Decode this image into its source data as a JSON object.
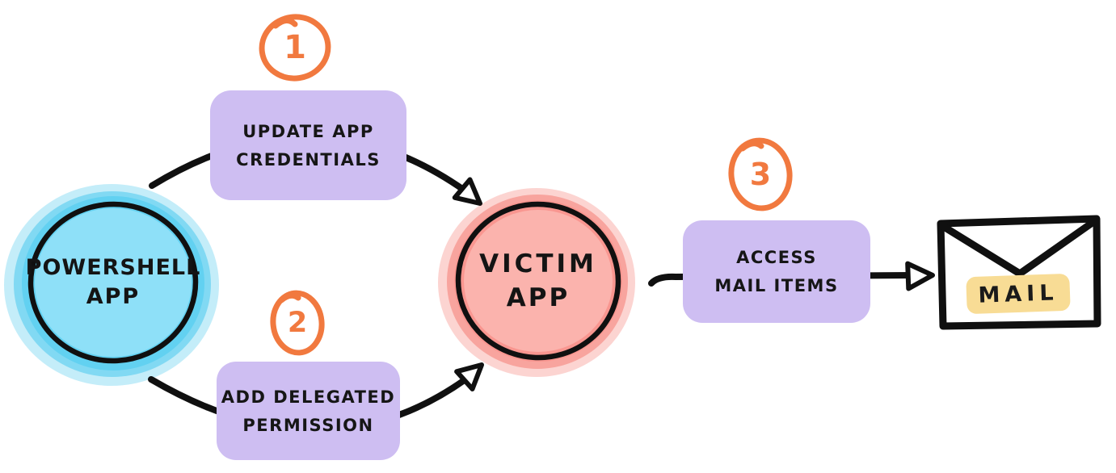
{
  "diagram": {
    "nodes": {
      "powershell_app": {
        "line1": "POWERSHELL",
        "line2": "APP",
        "fill": "#8EE0F8",
        "glow": "#57CBEE"
      },
      "victim_app": {
        "line1": "VICTIM",
        "line2": "APP",
        "fill": "#FBB3AD",
        "glow": "#F5837B"
      },
      "mail": {
        "label": "MAIL",
        "highlight": "#F8DC95"
      }
    },
    "steps": [
      {
        "number": "1",
        "line1": "UPDATE APP",
        "line2": "CREDENTIALS"
      },
      {
        "number": "2",
        "line1": "ADD DELEGATED",
        "line2": "PERMISSION"
      },
      {
        "number": "3",
        "line1": "ACCESS",
        "line2": "MAIL ITEMS"
      }
    ],
    "colors": {
      "badge_orange": "#F1793F",
      "callout_purple": "#CEBEF2",
      "ink": "#101010",
      "background": "#FFFFFF"
    }
  }
}
